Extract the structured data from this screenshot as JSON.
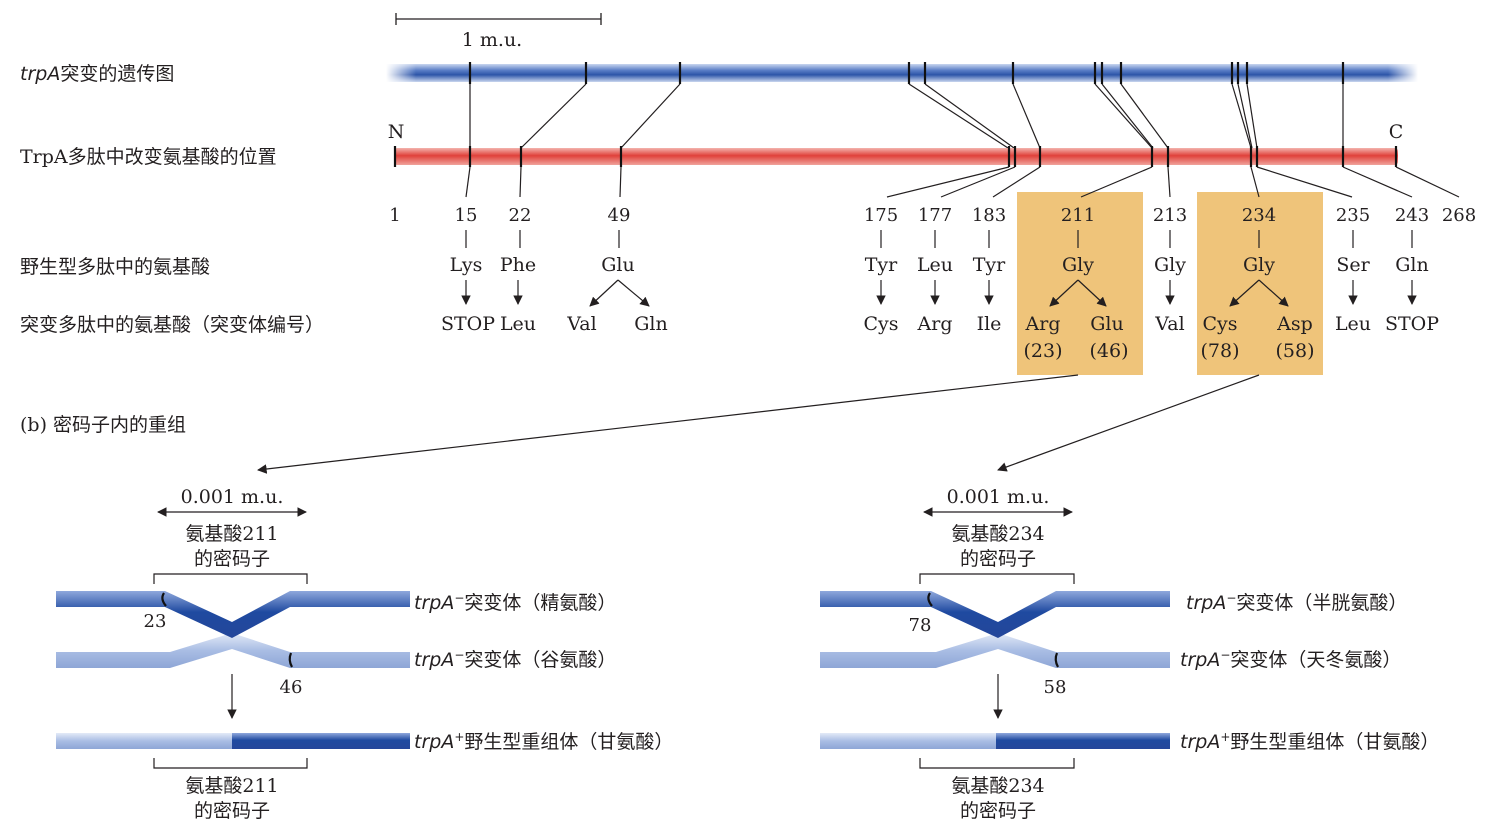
{
  "top": {
    "scale_label": "1 m.u.",
    "genetic_map_label_italic": "trpA",
    "genetic_map_label_rest": "突变的遗传图",
    "polypeptide_label": "TrpA多肽中改变氨基酸的位置",
    "n_terminus": "N",
    "c_terminus": "C",
    "wildtype_row_label": "野生型多肽中的氨基酸",
    "mutant_row_label": "突变多肽中的氨基酸（突变体编号）",
    "positions": [
      "1",
      "15",
      "22",
      "49",
      "175",
      "177",
      "183",
      "211",
      "213",
      "234",
      "235",
      "243",
      "268"
    ],
    "wildtype": {
      "p15": "Lys",
      "p22": "Phe",
      "p49": "Glu",
      "p175": "Tyr",
      "p177": "Leu",
      "p183": "Tyr",
      "p211": "Gly",
      "p213": "Gly",
      "p234": "Gly",
      "p235": "Ser",
      "p243": "Gln"
    },
    "mutant": {
      "p15": "STOP",
      "p22": "Leu",
      "p49a": "Val",
      "p49b": "Gln",
      "p175": "Cys",
      "p177": "Arg",
      "p183": "Ile",
      "p211a": "Arg",
      "p211a_num": "(23)",
      "p211b": "Glu",
      "p211b_num": "(46)",
      "p213": "Val",
      "p234a": "Cys",
      "p234a_num": "(78)",
      "p234b": "Asp",
      "p234b_num": "(58)",
      "p235": "Leu",
      "p243": "STOP"
    }
  },
  "bottom": {
    "section_label": "(b) 密码子内的重组",
    "left": {
      "scale": "0.001 m.u.",
      "codon_line1": "氨基酸211",
      "codon_line2": "的密码子",
      "strand1_italic": "trpA",
      "strand1_sup": "−",
      "strand1_rest": "突变体（精氨酸）",
      "strand2_italic": "trpA",
      "strand2_sup": "−",
      "strand2_rest": "突变体（谷氨酸）",
      "mark1": "23",
      "mark2": "46",
      "recomb_italic": "trpA",
      "recomb_sup": "+",
      "recomb_rest": "野生型重组体（甘氨酸）",
      "codon2_line1": "氨基酸211",
      "codon2_line2": "的密码子"
    },
    "right": {
      "scale": "0.001 m.u.",
      "codon_line1": "氨基酸234",
      "codon_line2": "的密码子",
      "strand1_italic": "trpA",
      "strand1_sup": "−",
      "strand1_rest": "突变体（半胱氨酸）",
      "strand2_italic": "trpA",
      "strand2_sup": "−",
      "strand2_rest": "突变体（天冬氨酸）",
      "mark1": "78",
      "mark2": "58",
      "recomb_italic": "trpA",
      "recomb_sup": "+",
      "recomb_rest": "野生型重组体（甘氨酸）",
      "codon2_line1": "氨基酸234",
      "codon2_line2": "的密码子"
    }
  },
  "colors": {
    "blue_bar": "#3a5fb0",
    "red_bar": "#e0413a",
    "highlight_box": "#efc47a",
    "dark_blue": "#1f4aa0",
    "light_blue": "#a9bde4"
  }
}
